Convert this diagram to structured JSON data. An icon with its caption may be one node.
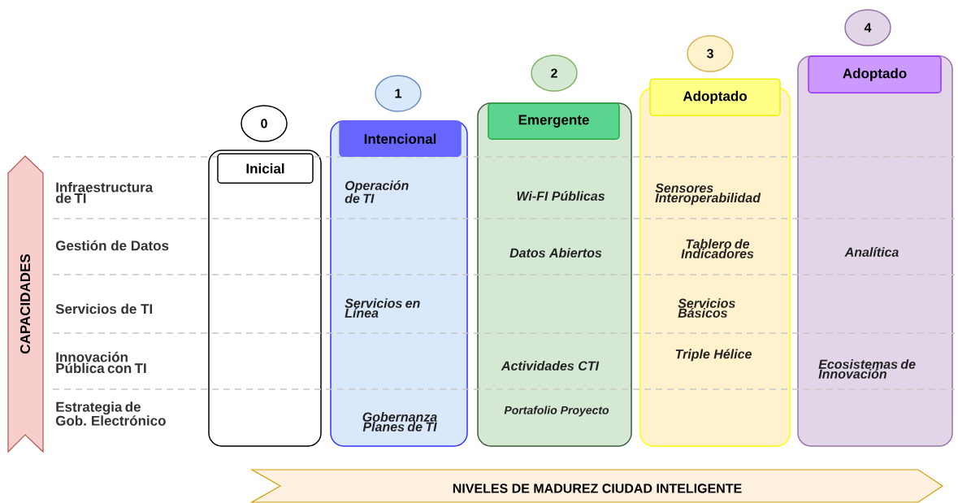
{
  "diagram": {
    "nodes": [
      {
        "text": [
          "CAPACIDADES"
        ]
      },
      {
        "text": [
          "0"
        ]
      },
      {
        "text": [],
        "shape": "box"
      },
      {
        "text": [
          "Inicial"
        ],
        "in": 2
      },
      {
        "text": [
          "1"
        ]
      },
      {
        "text": [
          "Operación de TI",
          "Servicios en Línea",
          "Gobernanza Planes de TI"
        ]
      },
      {
        "text": [
          "Intencional"
        ],
        "in": 5
      },
      {
        "text": [
          "2"
        ]
      },
      {
        "text": [
          "Wi-FI Públicas",
          "Datos Abiertos",
          "Actividades CTI",
          "Portafolio Proyecto"
        ]
      },
      {
        "text": [
          "Emergente"
        ],
        "in": 8
      },
      {
        "text": [
          "3"
        ]
      },
      {
        "text": [
          "Sensores Interoperabilidad",
          "Tablero de Indicadores",
          "Servicios Básicos",
          "Triple Hélice"
        ]
      },
      {
        "text": [
          "Adoptado"
        ],
        "in": 11
      },
      {
        "text": [
          "4"
        ]
      },
      {
        "text": [
          "Analítica",
          "Ecosistemas de Innovación"
        ]
      },
      {
        "text": [
          "Adoptado"
        ],
        "in": 14
      },
      {
        "text": [
          "NIVELES DE MADUREZ CIUDAD INTELIGENTE"
        ]
      }
    ],
    "labels": [
      "Infraestructura de TI",
      "Gestión de Datos",
      "Servicios de TI",
      "Innovación Pública con TI",
      "Estrategia de Gob. Electrónico"
    ]
  }
}
